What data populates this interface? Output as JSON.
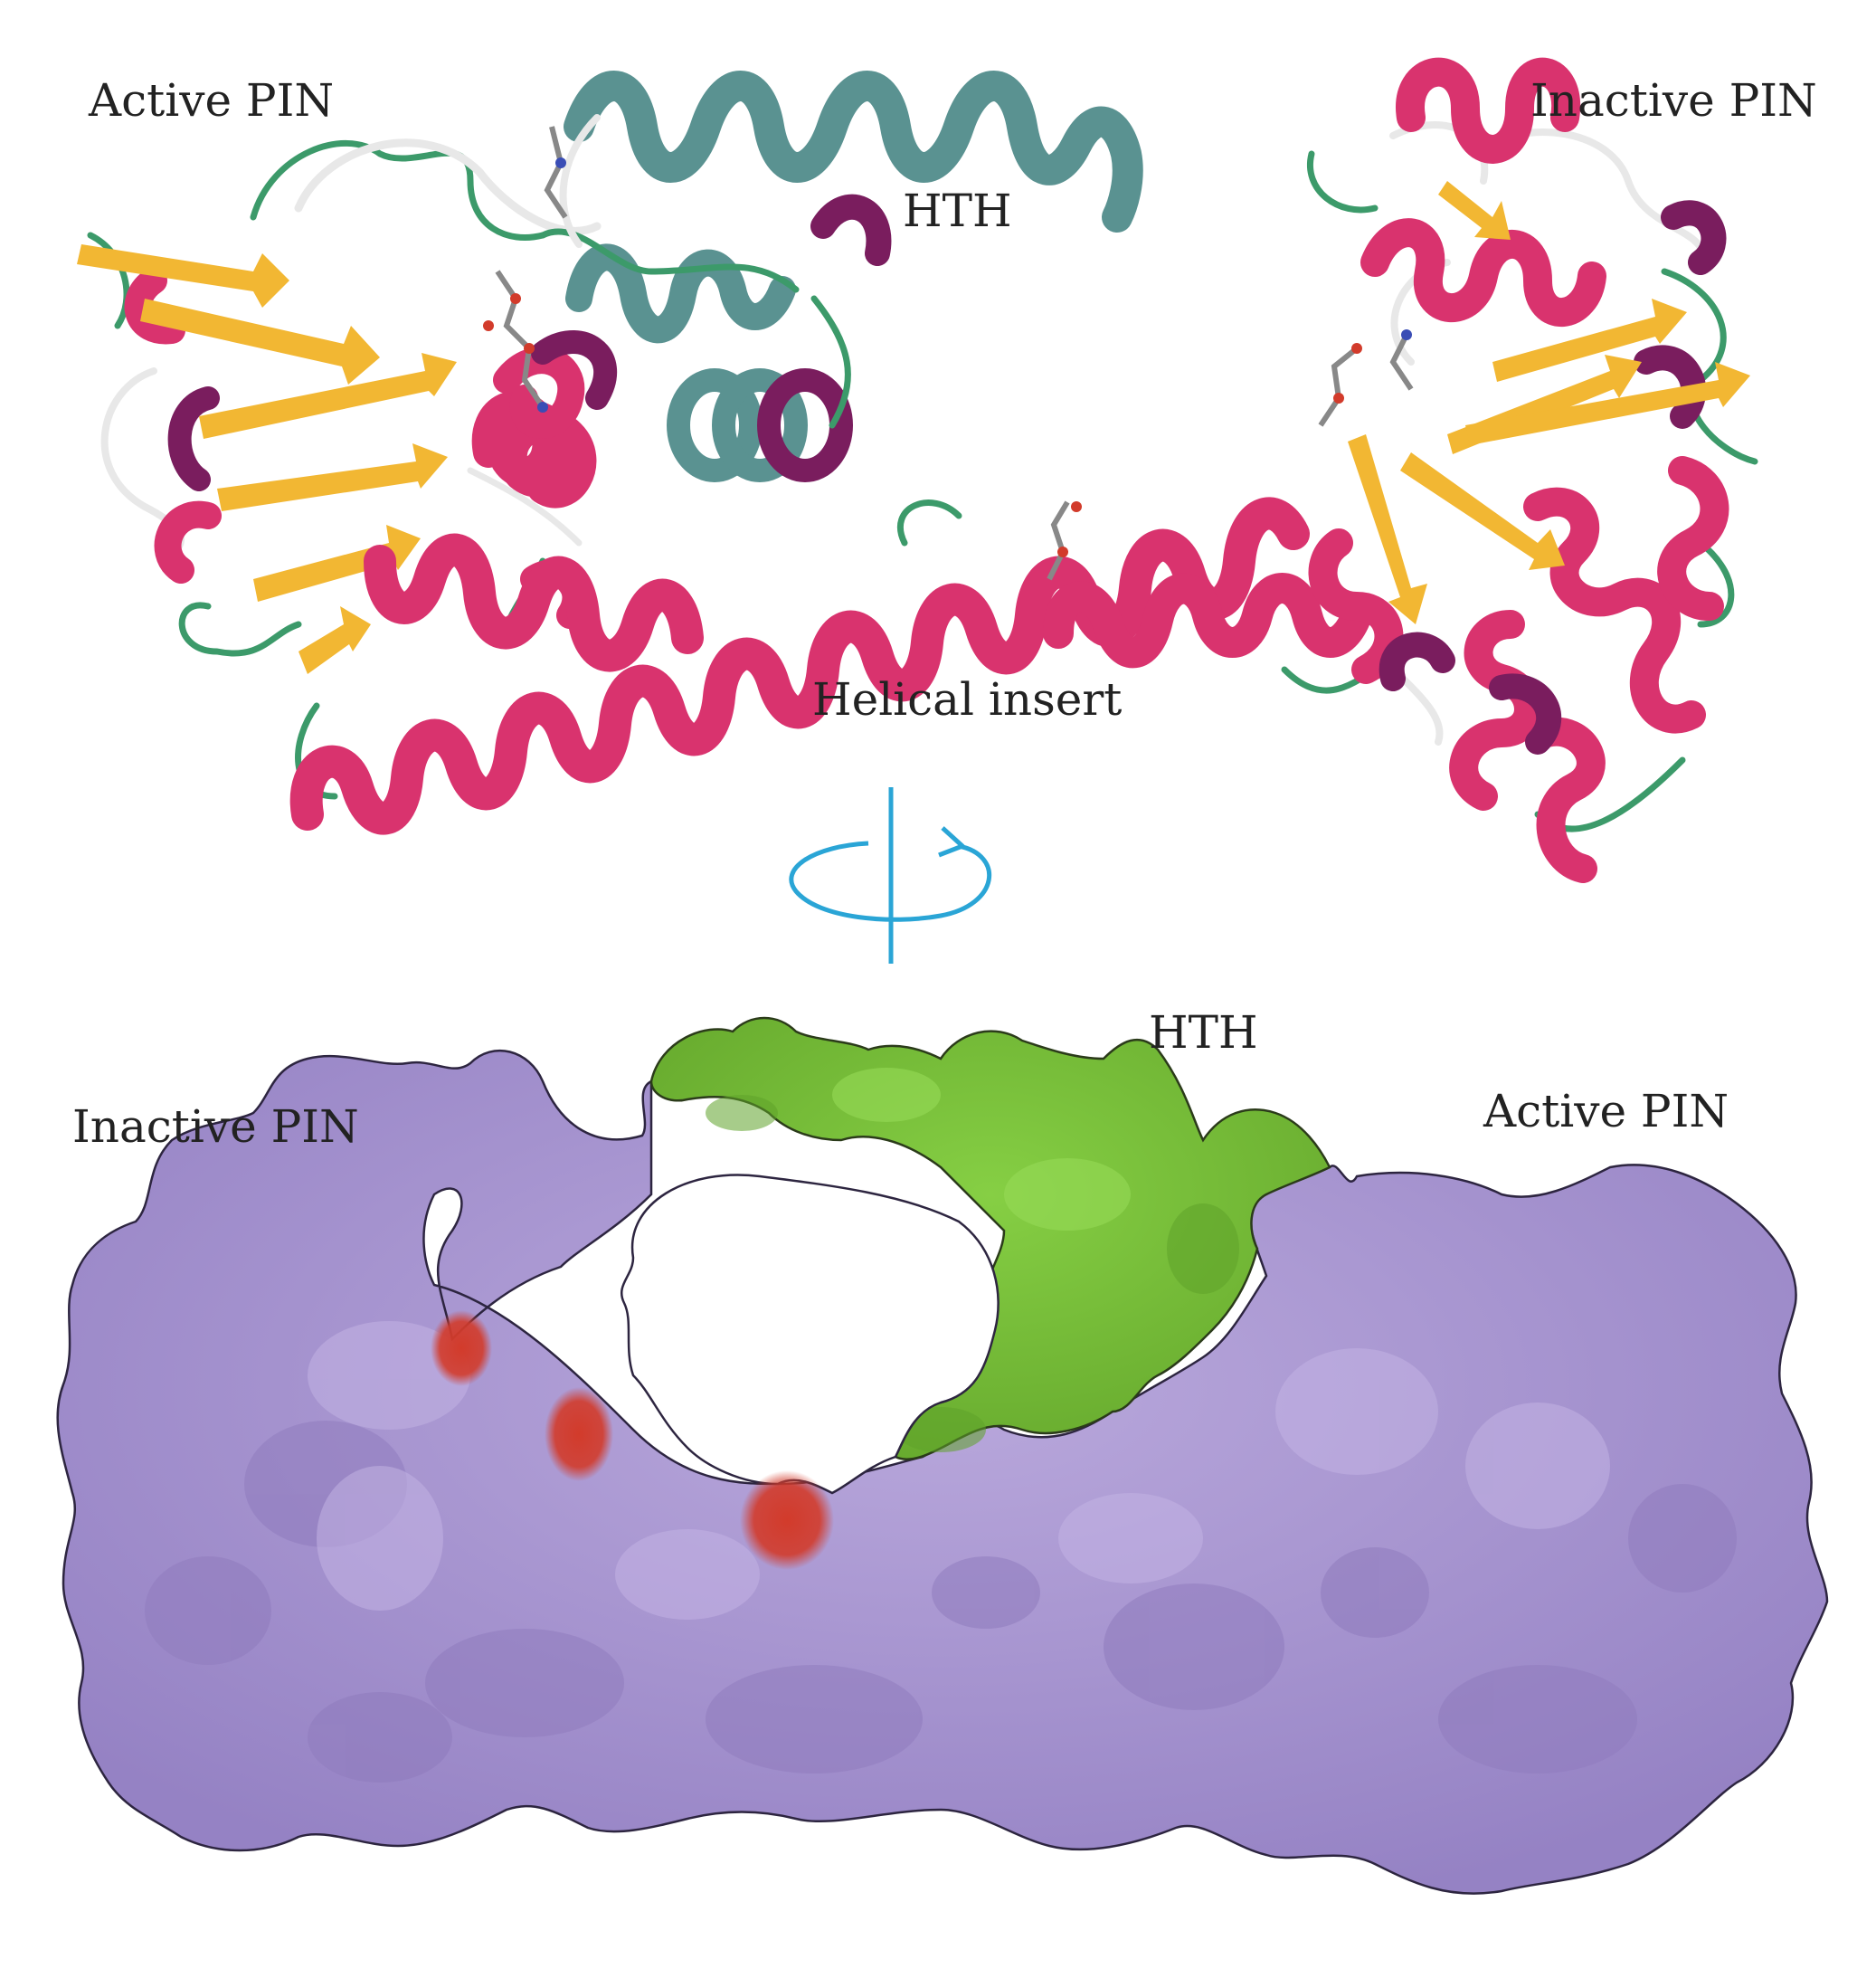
{
  "colors": {
    "helix": "#d9336e",
    "hth_helix": "#5a9291",
    "strand": "#f2b733",
    "turn": "#7a1d5e",
    "loop": "#3c9a6a",
    "loop_white": "#e8e8e8",
    "surface_pin": "#a996cf",
    "surface_pin_shade": "#8f7bbd",
    "surface_hth": "#7bc33d",
    "surface_hth_shade": "#5fa22a",
    "active_site": "#d23b2b",
    "rotation_arrow": "#2aa5d6"
  },
  "top_view": {
    "label_active_pin": "Active PIN",
    "label_inactive_pin": "Inactive PIN",
    "label_hth": "HTH",
    "label_helical_insert": "Helical insert"
  },
  "rotation_icon": "rotation-arrow-icon",
  "bottom_view": {
    "label_inactive_pin": "Inactive PIN",
    "label_active_pin": "Active PIN",
    "label_hth": "HTH"
  }
}
